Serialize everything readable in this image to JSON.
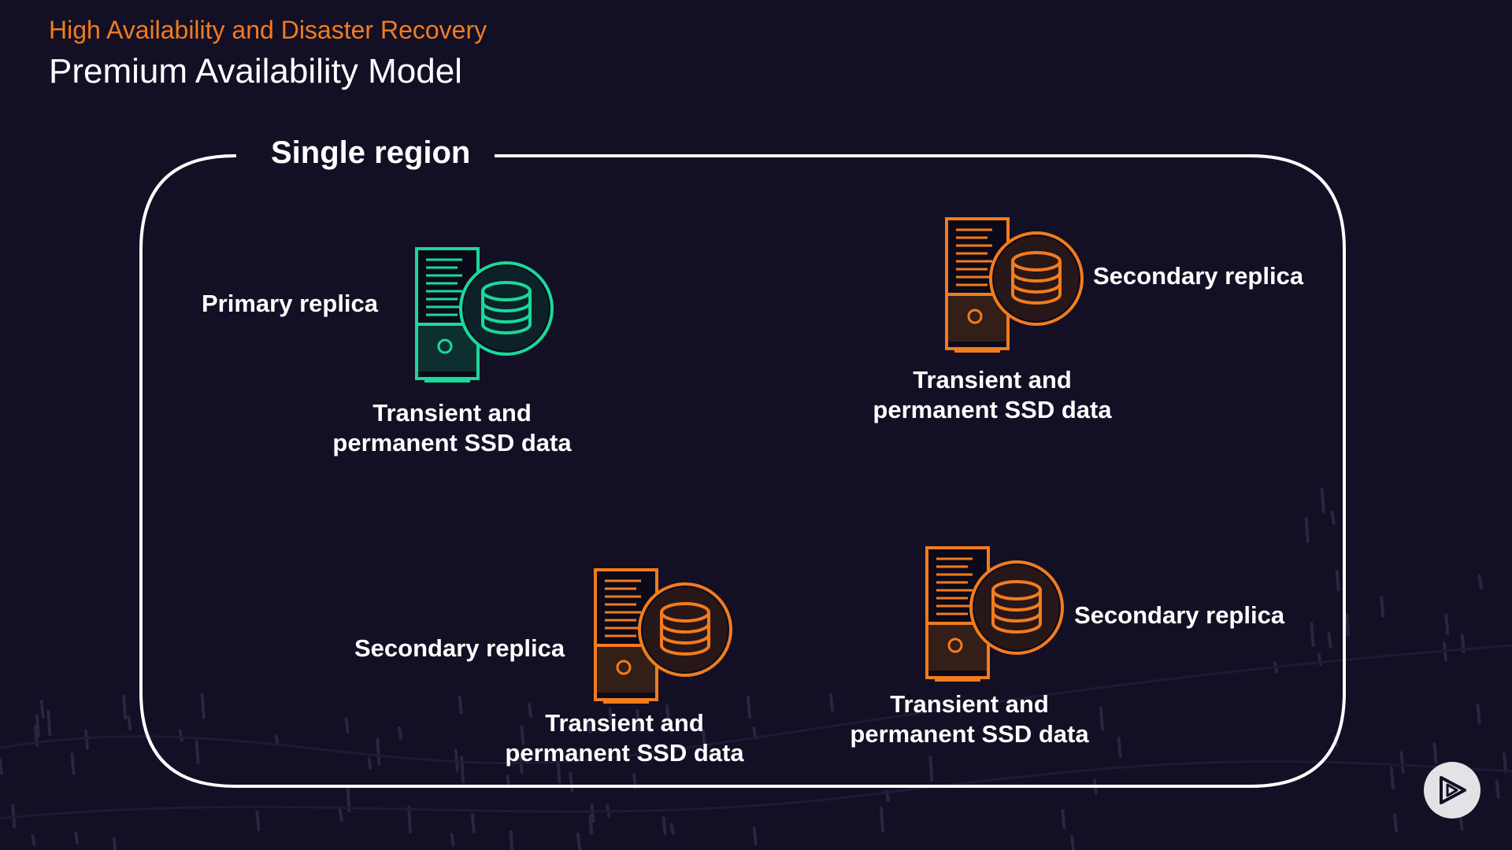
{
  "header": {
    "subtitle": "High Availability and Disaster Recovery",
    "title": "Premium Availability Model"
  },
  "region": {
    "label": "Single region"
  },
  "replicas": [
    {
      "role": "Primary replica",
      "data_line1": "Transient and",
      "data_line2": "permanent SSD data",
      "icon": "database-server-icon",
      "color": "#19d99a"
    },
    {
      "role": "Secondary replica",
      "data_line1": "Transient and",
      "data_line2": "permanent SSD data",
      "icon": "database-server-icon",
      "color": "#f17c1e"
    },
    {
      "role": "Secondary replica",
      "data_line1": "Transient and",
      "data_line2": "permanent SSD data",
      "icon": "database-server-icon",
      "color": "#f17c1e"
    },
    {
      "role": "Secondary replica",
      "data_line1": "Transient and",
      "data_line2": "permanent SSD data",
      "icon": "database-server-icon",
      "color": "#f17c1e"
    }
  ],
  "colors": {
    "background": "#130f24",
    "accent": "#f17c1e",
    "primary": "#19d99a",
    "text": "#ffffff",
    "frame": "#ffffff",
    "play_button": "#e3e3e6"
  },
  "play_button": {
    "icon": "play-icon"
  }
}
